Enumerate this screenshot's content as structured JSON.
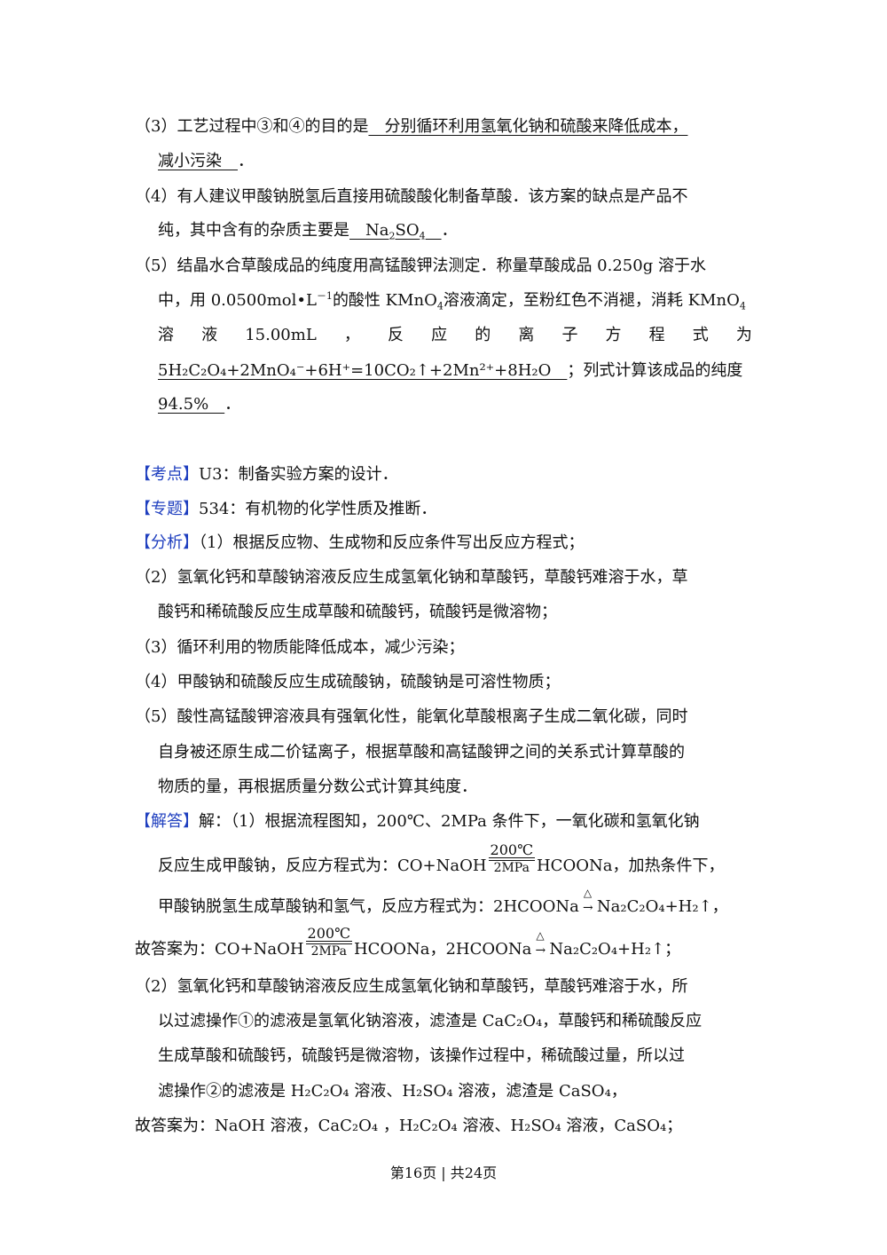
{
  "q3": {
    "prefix": "（3）工艺过程中③和④的目的是",
    "answer1": "　分别循环利用氢氧化钠和硫酸来降低成本，",
    "answer2": "减小污染　",
    "end": "．"
  },
  "q4": {
    "line1": "（4）有人建议甲酸钠脱氢后直接用硫酸酸化制备草酸．该方案的缺点是产品不",
    "line2_prefix": "纯，其中含有的杂质主要是",
    "answer_pre": "　Na",
    "answer_sub": "2",
    "answer_mid": "SO",
    "answer_sub2": "4",
    "answer_post": "　",
    "end": "．"
  },
  "q5": {
    "line1": "（5）结晶水合草酸成品的纯度用高锰酸钾法测定．称量草酸成品 0.250g 溶于水",
    "line2_a": "中，用 0.0500mol•L",
    "line2_sup": "－1",
    "line2_b": "的酸性 KMnO",
    "line2_sub": "4",
    "line2_c": "溶液滴定，至粉红色不消褪，消耗 KMnO",
    "line2_sub2": "4",
    "line3_words": [
      "溶",
      "液",
      "15.00mL",
      "，",
      "反",
      "应",
      "的",
      "离",
      "子",
      "方",
      "程",
      "式",
      "为"
    ],
    "eq_answer": "5H₂C₂O₄+2MnO₄⁻+6H⁺=10CO₂↑+2Mn²⁺+8H₂O　",
    "line4_suffix": "；列式计算该成品的纯度",
    "purity": "94.5%　",
    "end": "．"
  },
  "kaodian": {
    "tag": "【考点】",
    "text": "U3：制备实验方案的设计．"
  },
  "zhuanti": {
    "tag": "【专题】",
    "text": "534：有机物的化学性质及推断．"
  },
  "fenxi": {
    "tag": "【分析】",
    "lines": [
      "（1）根据反应物、生成物和反应条件写出反应方程式；",
      "（2）氢氧化钙和草酸钠溶液反应生成氢氧化钠和草酸钙，草酸钙难溶于水，草",
      "酸钙和稀硫酸反应生成草酸和硫酸钙，硫酸钙是微溶物；",
      "（3）循环利用的物质能降低成本，减少污染；",
      "（4）甲酸钠和硫酸反应生成硫酸钠，硫酸钠是可溶性物质；",
      "（5）酸性高锰酸钾溶液具有强氧化性，能氧化草酸根离子生成二氧化碳，同时",
      "自身被还原生成二价锰离子，根据草酸和高锰酸钾之间的关系式计算草酸的",
      "物质的量，再根据质量分数公式计算其纯度．"
    ]
  },
  "jieda": {
    "tag": "【解答】",
    "line1": "解：（1）根据流程图知，200℃、2MPa 条件下，一氧化碳和氢氧化钠",
    "line2_a": "反应生成甲酸钠，反应方程式为：CO+NaOH",
    "cond_top": "200℃",
    "cond_bot": "2MPa",
    "line2_b": "HCOONa，加热条件下，",
    "line3_a": "甲酸钠脱氢生成草酸钠和氢气，反应方程式为：2HCOONa",
    "heat": "△",
    "line3_b": "Na₂C₂O₄+H₂↑，",
    "line4_a": "故答案为：CO+NaOH",
    "line4_b": "HCOONa，2HCOONa",
    "line4_c": "Na₂C₂O₄+H₂↑；",
    "q2_lines": [
      "（2）氢氧化钙和草酸钠溶液反应生成氢氧化钠和草酸钙，草酸钙难溶于水，所",
      "以过滤操作①的滤液是氢氧化钠溶液，滤渣是 CaC₂O₄，草酸钙和稀硫酸反应",
      "生成草酸和硫酸钙，硫酸钙是微溶物，该操作过程中，稀硫酸过量，所以过",
      "滤操作②的滤液是 H₂C₂O₄ 溶液、H₂SO₄ 溶液，滤渣是  CaSO₄，",
      "故答案为：NaOH 溶液，CaC₂O₄ ，H₂C₂O₄ 溶液、H₂SO₄ 溶液，CaSO₄；"
    ]
  },
  "footer": "第16页 | 共24页"
}
